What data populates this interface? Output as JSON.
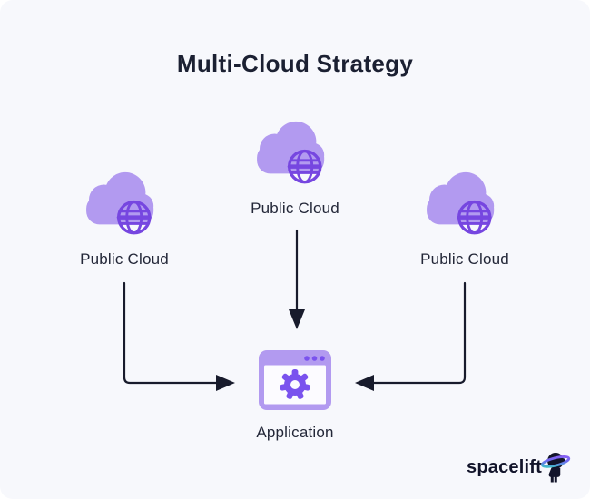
{
  "title": "Multi-Cloud Strategy",
  "diagram": {
    "clouds": [
      {
        "label": "Public Cloud"
      },
      {
        "label": "Public Cloud"
      },
      {
        "label": "Public Cloud"
      }
    ],
    "application": {
      "label": "Application"
    },
    "connections": [
      "left-cloud -> application",
      "center-cloud -> application",
      "right-cloud -> application"
    ]
  },
  "branding": {
    "wordmark": "spacelift"
  },
  "icons": {
    "cloud": "cloud-with-globe",
    "application": "browser-window-gear",
    "logo_mark": "astronaut-with-planet-ring"
  },
  "colors": {
    "background": "#f7f8fc",
    "title-text": "#1b2032",
    "label-text": "#232738",
    "cloud-fill": "#b29af0",
    "globe-stroke": "#7646e0",
    "window-fill": "#b29af0",
    "window-content": "#fcfbff",
    "gear-fill": "#7a52ee",
    "arrow": "#181b2c",
    "logo-dark": "#12142a",
    "ring-teal": "#35d0c0",
    "ring-purple": "#8f5cf5"
  }
}
